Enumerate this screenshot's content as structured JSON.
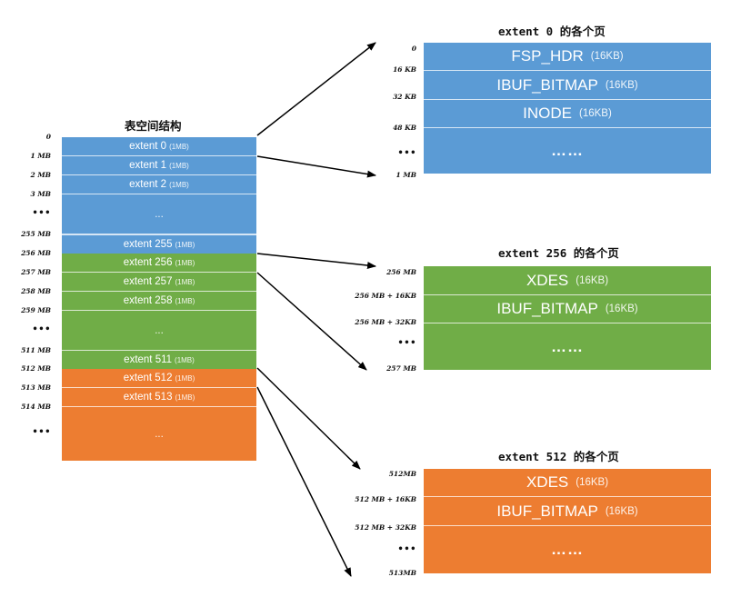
{
  "tablespace": {
    "title": "表空间结构",
    "rows": [
      {
        "name": "extent 0",
        "size": "(1MB)"
      },
      {
        "name": "extent 1",
        "size": "(1MB)"
      },
      {
        "name": "extent 2",
        "size": "(1MB)"
      },
      {
        "name": "...",
        "size": ""
      },
      {
        "name": "extent 255",
        "size": "(1MB)"
      },
      {
        "name": "extent 256",
        "size": "(1MB)"
      },
      {
        "name": "extent 257",
        "size": "(1MB)"
      },
      {
        "name": "extent 258",
        "size": "(1MB)"
      },
      {
        "name": "...",
        "size": ""
      },
      {
        "name": "extent 511",
        "size": "(1MB)"
      },
      {
        "name": "extent 512",
        "size": "(1MB)"
      },
      {
        "name": "extent 513",
        "size": "(1MB)"
      },
      {
        "name": "...",
        "size": ""
      }
    ],
    "offsets": [
      "0",
      "1 MB",
      "2 MB",
      "3 MB",
      "•••",
      "255 MB",
      "256 MB",
      "257 MB",
      "258 MB",
      "259 MB",
      "•••",
      "511 MB",
      "512 MB",
      "513 MB",
      "514 MB",
      "•••"
    ]
  },
  "extent0": {
    "title": "extent 0 的各个页",
    "pages": [
      {
        "name": "FSP_HDR",
        "size": "(16KB)"
      },
      {
        "name": "IBUF_BITMAP",
        "size": "(16KB)"
      },
      {
        "name": "INODE",
        "size": "(16KB)"
      },
      {
        "name": "……",
        "size": ""
      }
    ],
    "offsets": [
      "0",
      "16 KB",
      "32 KB",
      "48 KB",
      "•••",
      "1 MB"
    ]
  },
  "extent256": {
    "title": "extent 256 的各个页",
    "pages": [
      {
        "name": "XDES",
        "size": "(16KB)"
      },
      {
        "name": "IBUF_BITMAP",
        "size": "(16KB)"
      },
      {
        "name": "……",
        "size": ""
      }
    ],
    "offsets": [
      "256 MB",
      "256 MB + 16KB",
      "256 MB + 32KB",
      "•••",
      "257 MB"
    ]
  },
  "extent512": {
    "title": "extent 512 的各个页",
    "pages": [
      {
        "name": "XDES",
        "size": "(16KB)"
      },
      {
        "name": "IBUF_BITMAP",
        "size": "(16KB)"
      },
      {
        "name": "……",
        "size": ""
      }
    ],
    "offsets": [
      "512MB",
      "512 MB + 16KB",
      "512 MB + 32KB",
      "•••",
      "513MB"
    ]
  },
  "colors": {
    "blue": "#5b9bd5",
    "green": "#70ad47",
    "orange": "#ed7d31"
  }
}
